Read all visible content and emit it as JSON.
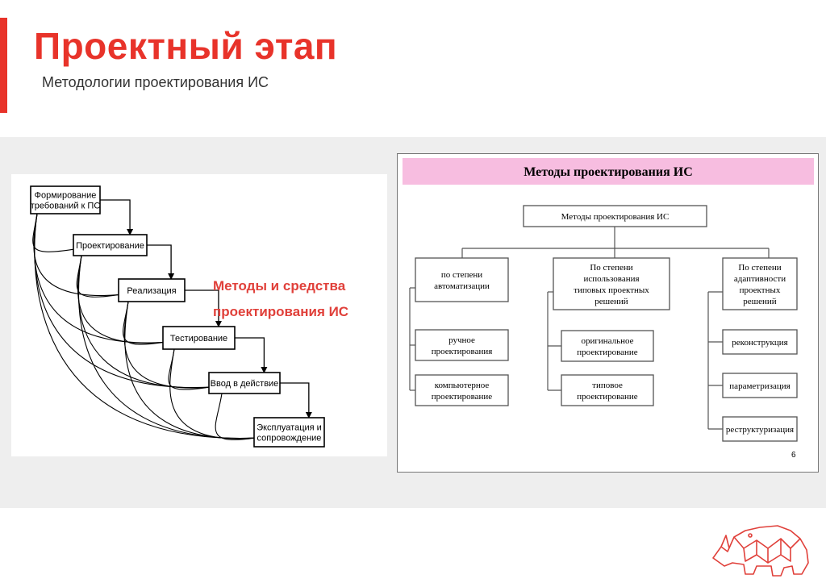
{
  "slide": {
    "title": "Проектный этап",
    "subtitle": "Методологии проектирования ИС",
    "colors": {
      "accent": "#e8332a",
      "header_band": "#f7bde0",
      "caption": "#e0403a"
    }
  },
  "waterfall": {
    "stages": [
      [
        "Формирование",
        "требований к ПС"
      ],
      [
        "Проектирование"
      ],
      [
        "Реализация"
      ],
      [
        "Тестирование"
      ],
      [
        "Ввод в действие"
      ],
      [
        "Эксплуатация и",
        "сопровождение"
      ]
    ],
    "caption": [
      "Методы и средства",
      "проектирования ИС"
    ]
  },
  "methods": {
    "header": "Методы проектирования ИС",
    "root": "Методы проектирования ИС",
    "columns": [
      {
        "category": [
          "по степени",
          "автоматизации"
        ],
        "items": [
          [
            "ручное",
            "проектирования"
          ],
          [
            "компьютерное",
            "проектирование"
          ]
        ]
      },
      {
        "category": [
          "По степени",
          "использования",
          "типовых проектных",
          "решений"
        ],
        "items": [
          [
            "оригинальное",
            "проектирование"
          ],
          [
            "типовое",
            "проектирование"
          ]
        ]
      },
      {
        "category": [
          "По степени",
          "адаптивности",
          "проектных",
          "решений"
        ],
        "items": [
          [
            "реконструкция"
          ],
          [
            "параметризация"
          ],
          [
            "реструктуризация"
          ]
        ]
      }
    ],
    "page_number": "6"
  },
  "logo": {
    "name": "rhino-logo-icon"
  }
}
